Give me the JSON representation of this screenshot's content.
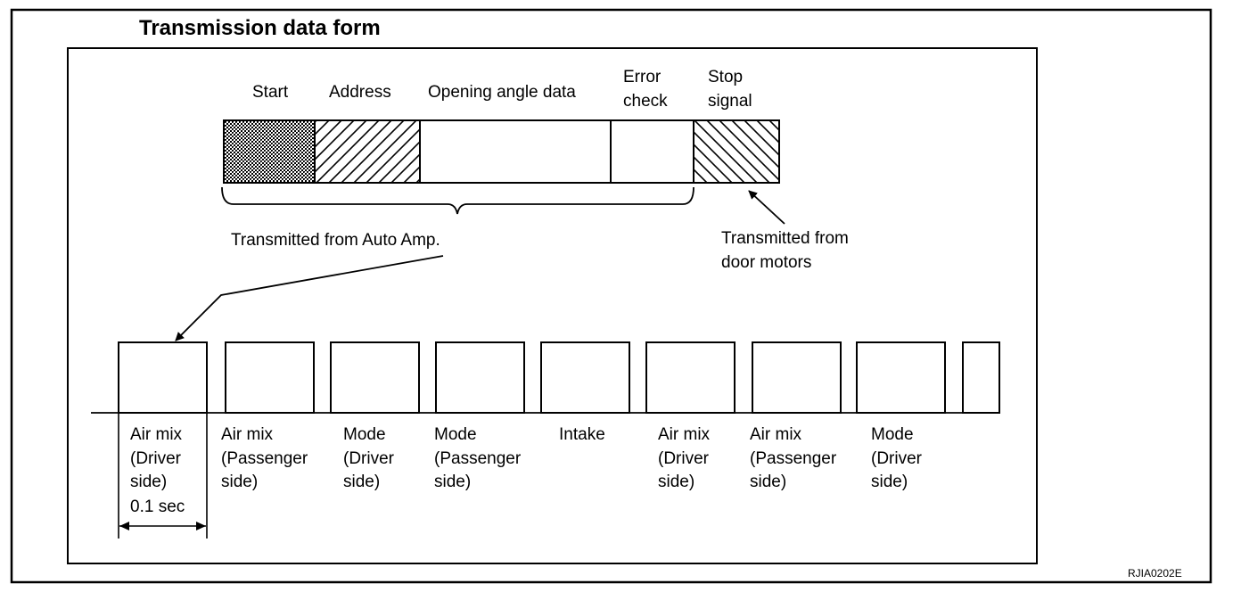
{
  "title": "Transmission data form",
  "frame": {
    "segments": [
      {
        "label": "Start",
        "fill": "crosshatch"
      },
      {
        "label": "Address",
        "fill": "hatch-forward"
      },
      {
        "label": "Opening angle data",
        "fill": "none"
      },
      {
        "label": "Error\ncheck",
        "fill": "none"
      },
      {
        "label": "Stop\nsignal",
        "fill": "hatch-back"
      }
    ]
  },
  "annotations": {
    "from_auto_amp": "Transmitted from Auto Amp.",
    "from_door_motors": "Transmitted from\ndoor motors"
  },
  "timeline": {
    "pulses": [
      {
        "label": "Air mix\n(Driver\nside)"
      },
      {
        "label": "Air mix\n(Passenger\nside)"
      },
      {
        "label": "Mode\n(Driver\nside)"
      },
      {
        "label": "Mode\n(Passenger\nside)"
      },
      {
        "label": "Intake"
      },
      {
        "label": "Air mix\n(Driver\nside)"
      },
      {
        "label": "Air mix\n(Passenger\nside)"
      },
      {
        "label": "Mode\n(Driver\nside)"
      }
    ],
    "duration_label": "0.1 sec"
  },
  "figure_code": "RJIA0202E",
  "colors": {
    "ink": "#000000",
    "paper": "#ffffff"
  }
}
